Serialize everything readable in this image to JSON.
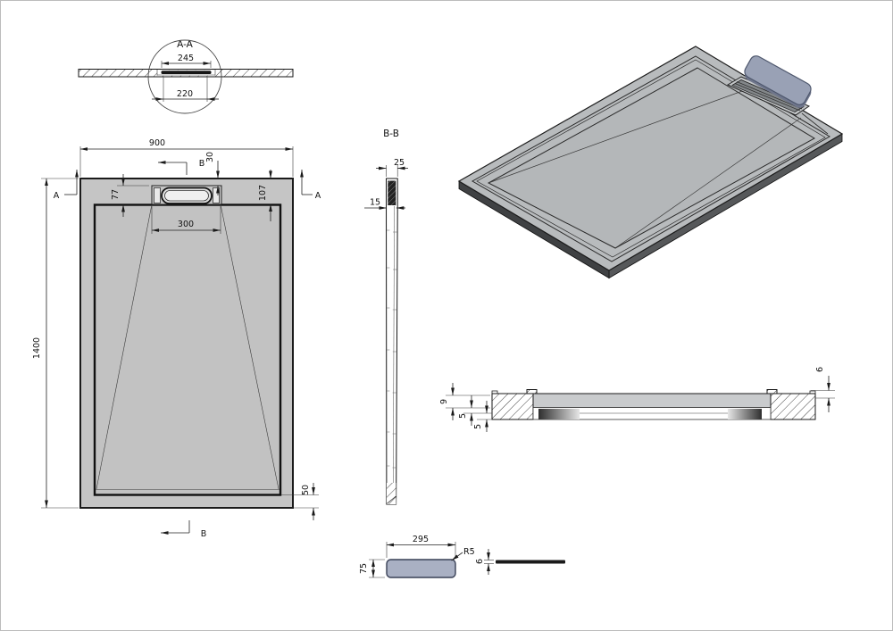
{
  "drawing_type": "shower-tray technical drawing",
  "views": {
    "detail_aa": {
      "label": "A-A",
      "dim_outer": "245",
      "dim_inner": "220"
    },
    "plan": {
      "dim_width": "900",
      "dim_height": "1400",
      "dim_drain_width": "300",
      "dim_drain_edge_offset": "77",
      "dim_drain_top_offset": "30",
      "dim_right_edge_offset": "107",
      "dim_bottom_border": "50",
      "section_marker_a": "A",
      "section_marker_b": "B"
    },
    "section_bb": {
      "label": "B-B",
      "dim_edge_thickness": "25",
      "dim_body_thickness": "15"
    },
    "side_section": {
      "dim_edge_height": "9",
      "dim_step_upper": "5",
      "dim_step_lower": "5",
      "dim_lip": "6"
    },
    "cover_plate": {
      "dim_length": "295",
      "dim_width": "75",
      "dim_corner_radius": "R5",
      "dim_thickness": "6"
    }
  },
  "colors": {
    "background": "#ffffff",
    "tray_fill": "#c5c5c5",
    "iso_top_fill": "#b8bbbd",
    "iso_edge_dark": "#3f4143",
    "plate_fill": "#99a1b5",
    "line": "#1a1a1a"
  }
}
